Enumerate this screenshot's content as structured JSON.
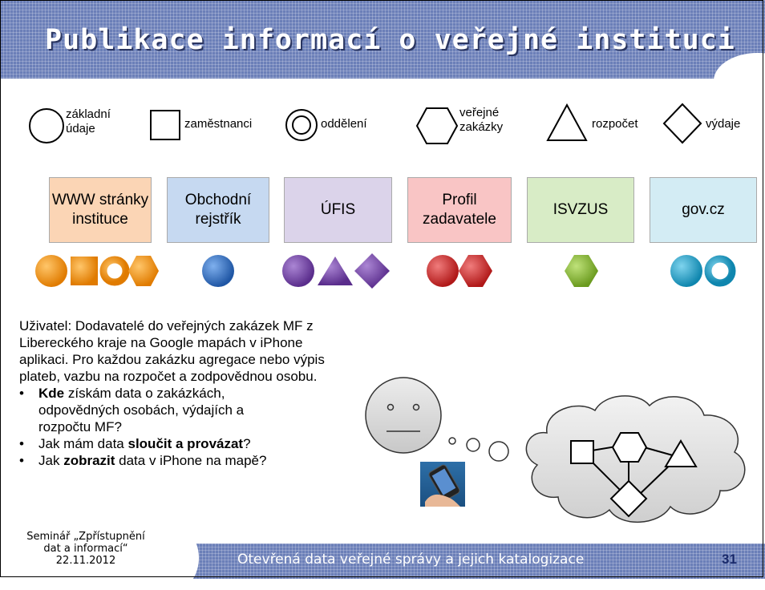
{
  "title": "Publikace informací o veřejné instituci",
  "legend": [
    {
      "shape": "circle-icon",
      "label_lines": [
        "základní",
        "údaje"
      ]
    },
    {
      "shape": "square-icon",
      "label_lines": [
        "zaměstnanci"
      ]
    },
    {
      "shape": "double-circle-icon",
      "label_lines": [
        "oddělení"
      ]
    },
    {
      "shape": "hexagon-icon",
      "label_lines": [
        "veřejné",
        "zakázky"
      ]
    },
    {
      "shape": "triangle-icon",
      "label_lines": [
        "rozpočet"
      ]
    },
    {
      "shape": "diamond-icon",
      "label_lines": [
        "výdaje"
      ]
    }
  ],
  "sources": [
    {
      "label": "WWW stránky instituce",
      "color": "#fbd5b5",
      "icons": [
        "orange-circle-icon",
        "orange-square-icon",
        "orange-ring-icon",
        "orange-hexagon-icon"
      ]
    },
    {
      "label": "Obchodní rejstřík",
      "color": "#c6d9f1",
      "icons": [
        "blue-circle-icon"
      ]
    },
    {
      "label": "ÚFIS",
      "color": "#dbd3ea",
      "icons": [
        "purple-circle-icon",
        "purple-triangle-icon",
        "purple-diamond-icon"
      ]
    },
    {
      "label": "Profil zadavatele",
      "color": "#f9c5c5",
      "icons": [
        "red-circle-icon",
        "red-hexagon-icon"
      ]
    },
    {
      "label": "ISVZUS",
      "color": "#d8ecc6",
      "icons": [
        "green-hexagon-icon"
      ]
    },
    {
      "label": "gov.cz",
      "color": "#d3ecf4",
      "icons": [
        "cyan-circle-icon",
        "cyan-ring-icon"
      ]
    }
  ],
  "colors": {
    "orange": "#f79a1e",
    "blue": "#3a74c4",
    "purple": "#7a4fa8",
    "red": "#d03a3a",
    "green": "#8fbf3a",
    "cyan": "#2ba7cf",
    "banner": "#6b7fb8"
  },
  "body": {
    "paragraph": "Uživatel: Dodavatelé do veřejných zakázek MF z Libereckého kraje na Google mapách v iPhone aplikaci. Pro každou zakázku agregace nebo výpis plateb, vazbu na rozpočet a zodpovědnou osobu.",
    "bullets": [
      {
        "bold": "Kde",
        "before": "",
        "after": " získám data o zakázkách, odpovědných osobách, výdajích a rozpočtu MF?"
      },
      {
        "before": "Jak mám data ",
        "bold": "sloučit a provázat",
        "after": "?"
      },
      {
        "before": "Jak ",
        "bold": "zobrazit",
        "after": " data v iPhone na mapě?"
      }
    ],
    "bullet_char": "•"
  },
  "footer": {
    "seminar_lines": [
      "Seminář „Zpřístupnění",
      "dat a informací“",
      "22.11.2012"
    ],
    "text": "Otevřená data veřejné správy a jejich katalogizace",
    "page": "31"
  }
}
